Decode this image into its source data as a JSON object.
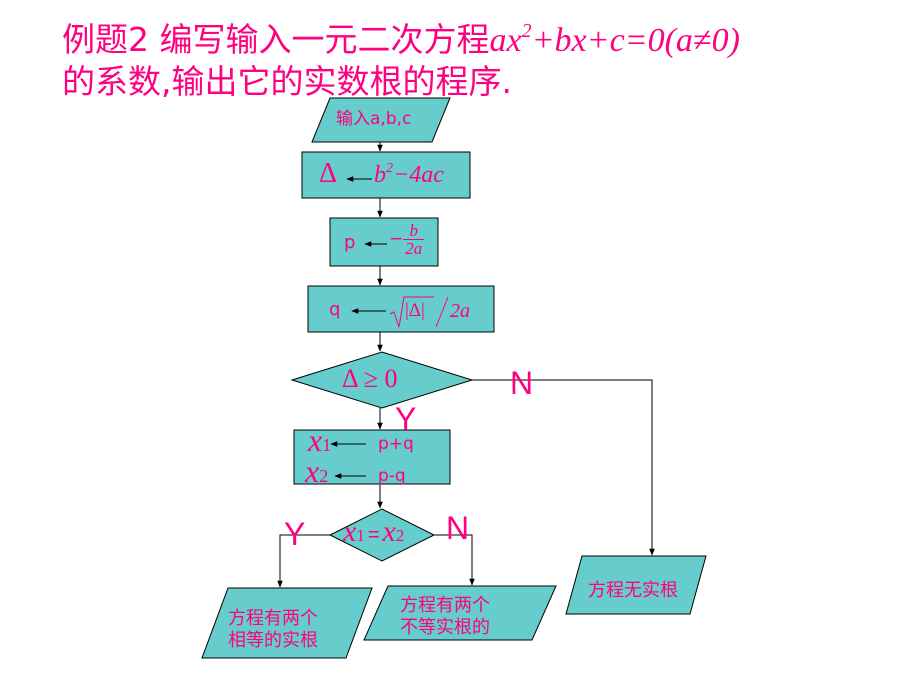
{
  "title": {
    "line1_text": "例题2 编写输入一元二次方程",
    "eq_a": "ax",
    "eq_sup": "2",
    "eq_mid": "+bx+c=0(a",
    "eq_ne": "≠",
    "eq_end": "0)",
    "line2_text": "的系数,输出它的实数根的程序."
  },
  "flow": {
    "input_label": "输入a,b,c",
    "delta_lhs": "Δ",
    "delta_rhs": "b",
    "delta_sup": "2",
    "delta_tail": "−4ac",
    "p_var": "p",
    "p_sign": "−",
    "p_num": "b",
    "p_den": "2a",
    "q_var": "q",
    "q_rad": "|Δ|",
    "q_tail": "2a",
    "cond1": "Δ ≥ 0",
    "cond1_yes": "Y",
    "cond1_no": "N",
    "x1_name": "x",
    "x1_sub": "1",
    "x1_expr": "p+q",
    "x2_name": "x",
    "x2_sub": "2",
    "x2_expr": "p-q",
    "cond2_x1": "x",
    "cond2_sub1": "1",
    "cond2_eq": "=",
    "cond2_x2": "x",
    "cond2_sub2": "2",
    "cond2_yes": "Y",
    "cond2_no": "N",
    "out_equal_l1": "方程有两个",
    "out_equal_l2": "相等的实根",
    "out_unequal_l1": "方程有两个",
    "out_unequal_l2": "不等实根的",
    "out_none": "方程无实根"
  },
  "colors": {
    "text": "#ff0080",
    "shape_fill": "#66cccc",
    "line": "#000000"
  }
}
